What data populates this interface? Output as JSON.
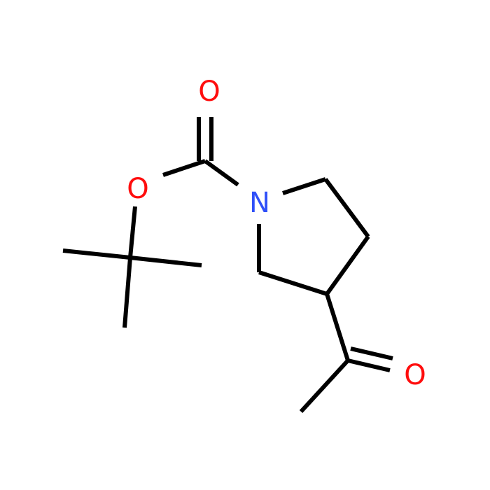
{
  "molecule": {
    "atoms": {
      "carbonyl_oxygen_top": "O",
      "ester_oxygen": "O",
      "ring_nitrogen": "N",
      "ketone_oxygen": "O"
    },
    "colors": {
      "oxygen": "#ff0d0d",
      "nitrogen": "#3050f8",
      "bond": "#000000",
      "background": "#ffffff"
    }
  }
}
